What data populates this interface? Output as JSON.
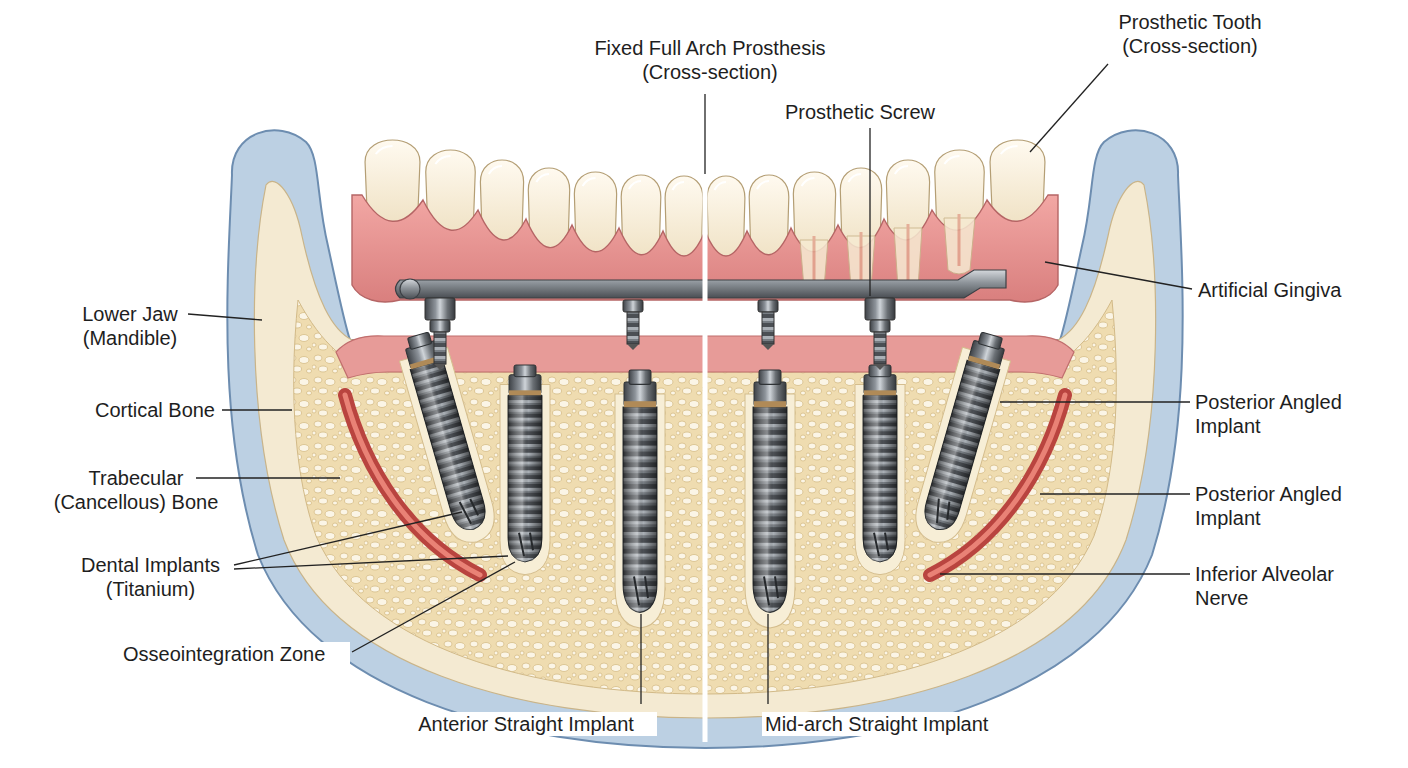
{
  "diagram": {
    "labels": [
      "Fixed Full Arch Prosthesis (Cross-section)",
      "Prosthetic Tooth (Cross-section)",
      "Prosthetic Screw",
      "Lower Jaw (Mandible)",
      "Artificial Gingiva",
      "Cortical Bone",
      "Posterior Angled Implant",
      "Trabecular (Cancellous) Bone",
      "Posterior Angled Implant",
      "Dental Implants (Titanium)",
      "Inferior Alveolar Nerve",
      "Osseointegration Zone",
      "Anterior Straight Implant",
      "Mid-arch Straight Implant"
    ]
  }
}
